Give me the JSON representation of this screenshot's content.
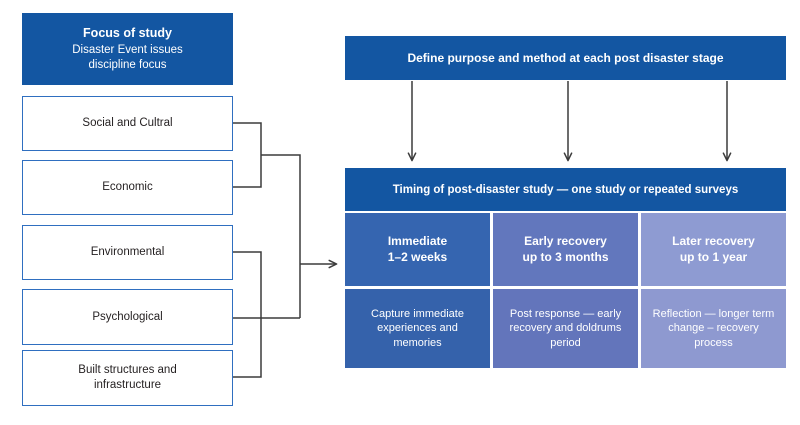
{
  "focus": {
    "title": "Focus of study",
    "line2": "Disaster Event issues",
    "line3": "discipline focus"
  },
  "topics": [
    {
      "label": "Social and Cultral"
    },
    {
      "label": "Economic"
    },
    {
      "label": "Environmental"
    },
    {
      "label": "Psychological"
    },
    {
      "label": "Built structures and infrastructure"
    }
  ],
  "define_bar": {
    "label": "Define purpose and method at each post disaster stage"
  },
  "timing_bar": {
    "label": "Timing of post-disaster study — one study or repeated surveys"
  },
  "matrix": {
    "columns": [
      {
        "stage": "Immediate\n1–2 weeks",
        "stage_line1": "Immediate",
        "stage_line2": "1–2 weeks",
        "purpose": "Capture immediate experiences and memories",
        "color_head": "#3565b0",
        "color_body": "#3562ab"
      },
      {
        "stage": "Early recovery\nup to 3 months",
        "stage_line1": "Early recovery",
        "stage_line2": "up to 3 months",
        "purpose": "Post response — early recovery and doldrums period",
        "color_head": "#6277bd",
        "color_body": "#6375bb"
      },
      {
        "stage": "Later recovery\nup to 1 year",
        "stage_line1": "Later recovery",
        "stage_line2": "up to 1 year",
        "purpose": "Reflection — longer term change – recovery process",
        "color_head": "#8e9bd2",
        "color_body": "#8e99d0"
      }
    ]
  },
  "colors": {
    "brand_blue": "#1356a2",
    "box_border": "#2f6fc0",
    "connector": "#3b3b3b",
    "text_dark": "#231f20",
    "white": "#ffffff"
  }
}
